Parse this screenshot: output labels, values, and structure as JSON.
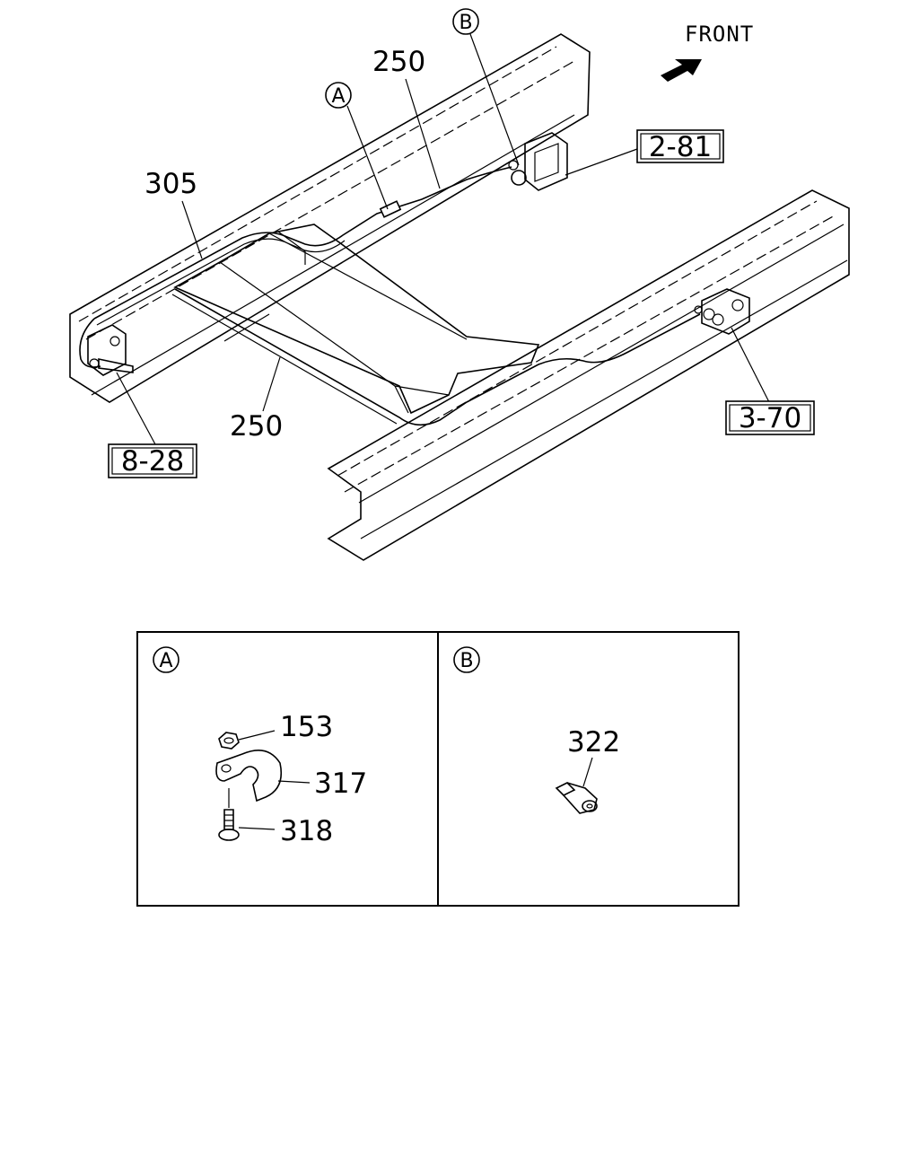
{
  "direction": {
    "label": "FRONT",
    "icon": "front-arrow-icon"
  },
  "callouts": {
    "part_250_upper": "250",
    "part_250_lower": "250",
    "part_305": "305",
    "ref_2_81": "2-81",
    "ref_3_70": "3-70",
    "ref_8_28": "8-28",
    "detail_a_marker": "A",
    "detail_b_marker": "B"
  },
  "detail_a": {
    "marker": "A",
    "parts": {
      "nut": "153",
      "clip": "317",
      "bolt": "318"
    }
  },
  "detail_b": {
    "marker": "B",
    "parts": {
      "fitting": "322"
    }
  }
}
